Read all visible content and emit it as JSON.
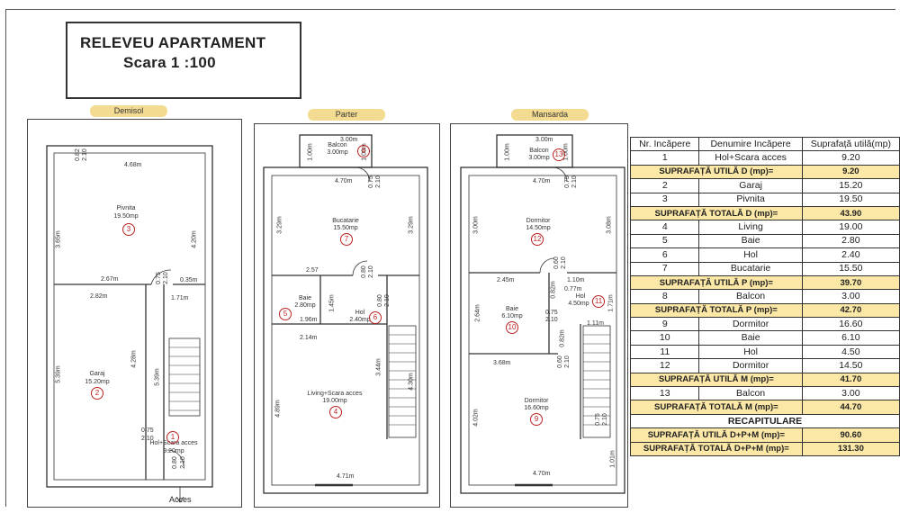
{
  "title": {
    "line1": "RELEVEU APARTAMENT",
    "line2": "Scara   1 :100"
  },
  "floors": {
    "demisol": "Demisol",
    "parter": "Parter",
    "mansarda": "Mansarda"
  },
  "demisol": {
    "dims": {
      "d1": "0.82",
      "d2": "2.10",
      "d3": "4.68m",
      "d4": "3.65m",
      "d5": "4.20m",
      "d6": "2.67m",
      "d7": "0.75",
      "d8": "2.10",
      "d9": "0.35m",
      "d10": "2.82m",
      "d11": "1.71m",
      "d12": "5.39m",
      "d13": "4.28m",
      "d14": "5.39m",
      "d15": "0.75",
      "d16": "2.10",
      "d17": "0.80",
      "d18": "2.10"
    },
    "rooms": [
      {
        "name": "Pivnita",
        "area": "19.50mp",
        "num": "3"
      },
      {
        "name": "Garaj",
        "area": "15.20mp",
        "num": "2"
      },
      {
        "name": "Hol+Scara acces",
        "area": "9.20mp",
        "num": "1"
      }
    ],
    "access": "Acces"
  },
  "parter": {
    "dims": {
      "d1": "3.00m",
      "d2": "1.00m",
      "d3": "1.00m",
      "d4": "4.70m",
      "d5": "0.75",
      "d6": "2.10",
      "d7": "3.29m",
      "d8": "3.29m",
      "d9": "2.57",
      "d10": "0.80",
      "d11": "2.10",
      "d12": "1.45m",
      "d13": "1.96m",
      "d14": "0.80",
      "d15": "2.10",
      "d16": "2.14m",
      "d17": "3.44m",
      "d18": "4.89m",
      "d19": "4.30m",
      "d20": "4.71m"
    },
    "rooms": [
      {
        "name": "Balcon",
        "area": "3.00mp",
        "num": "8"
      },
      {
        "name": "Bucatarie",
        "area": "15.50mp",
        "num": "7"
      },
      {
        "name": "Baie",
        "area": "2.80mp",
        "num": "5"
      },
      {
        "name": "Hol",
        "area": "2.40mp",
        "num": "6"
      },
      {
        "name": "Living+Scara acces",
        "area": "19.00mp",
        "num": "4"
      }
    ]
  },
  "mansarda": {
    "dims": {
      "d1": "3.00m",
      "d2": "1.00m",
      "d3": "1.00m",
      "d4": "4.70m",
      "d5": "0.75",
      "d6": "2.10",
      "d7": "3.00m",
      "d8": "3.08m",
      "d9": "0.60",
      "d10": "2.10",
      "d11": "2.45m",
      "d12": "1.10m",
      "d13": "0.82m",
      "d14": "0.77m",
      "d15": "1.71m",
      "d16": "2.64m",
      "d17": "0.75",
      "d18": "2.10",
      "d19": "1.11m",
      "d20": "0.82m",
      "d21": "3.68m",
      "d22": "0.60",
      "d23": "2.10",
      "d24": "4.02m",
      "d25": "0.75",
      "d26": "2.10",
      "d27": "1.01m",
      "d28": "4.70m"
    },
    "rooms": [
      {
        "name": "Balcon",
        "area": "3.00mp",
        "num": "13"
      },
      {
        "name": "Dormitor",
        "area": "14.50mp",
        "num": "12"
      },
      {
        "name": "Hol",
        "area": "4.50mp",
        "num": "11"
      },
      {
        "name": "Baie",
        "area": "6.10mp",
        "num": "10"
      },
      {
        "name": "Dormitor",
        "area": "16.60mp",
        "num": "9"
      }
    ]
  },
  "table": {
    "headers": [
      "Nr. Incăpere",
      "Denumire Incăpere",
      "Suprafață utilă(mp)"
    ],
    "rows": [
      {
        "type": "row",
        "nr": "1",
        "name": "Hol+Scara acces",
        "area": "9.20"
      },
      {
        "type": "sum",
        "label": "SUPRAFAȚĂ UTILĂ D (mp)=",
        "area": "9.20"
      },
      {
        "type": "row",
        "nr": "2",
        "name": "Garaj",
        "area": "15.20"
      },
      {
        "type": "row",
        "nr": "3",
        "name": "Pivnita",
        "area": "19.50"
      },
      {
        "type": "sum",
        "label": "SUPRAFAȚĂ TOTALĂ D (mp)=",
        "area": "43.90"
      },
      {
        "type": "row",
        "nr": "4",
        "name": "Living",
        "area": "19.00"
      },
      {
        "type": "row",
        "nr": "5",
        "name": "Baie",
        "area": "2.80"
      },
      {
        "type": "row",
        "nr": "6",
        "name": "Hol",
        "area": "2.40"
      },
      {
        "type": "row",
        "nr": "7",
        "name": "Bucatarie",
        "area": "15.50"
      },
      {
        "type": "sum",
        "label": "SUPRAFAȚĂ UTILĂ P (mp)=",
        "area": "39.70"
      },
      {
        "type": "row",
        "nr": "8",
        "name": "Balcon",
        "area": "3.00"
      },
      {
        "type": "sum",
        "label": "SUPRAFAȚĂ TOTALĂ P (mp)=",
        "area": "42.70"
      },
      {
        "type": "row",
        "nr": "9",
        "name": "Dormitor",
        "area": "16.60"
      },
      {
        "type": "row",
        "nr": "10",
        "name": "Baie",
        "area": "6.10"
      },
      {
        "type": "row",
        "nr": "11",
        "name": "Hol",
        "area": "4.50"
      },
      {
        "type": "row",
        "nr": "12",
        "name": "Dormitor",
        "area": "14.50"
      },
      {
        "type": "sum",
        "label": "SUPRAFAȚĂ UTILĂ M (mp)=",
        "area": "41.70"
      },
      {
        "type": "row",
        "nr": "13",
        "name": "Balcon",
        "area": "3.00"
      },
      {
        "type": "sum",
        "label": "SUPRAFAȚĂ TOTALĂ M (mp)=",
        "area": "44.70"
      },
      {
        "type": "recap",
        "label": "RECAPITULARE"
      },
      {
        "type": "sum",
        "label": "SUPRAFAȚĂ UTILĂ D+P+M (mp)=",
        "area": "90.60"
      },
      {
        "type": "sum",
        "label": "SUPRAFAȚĂ TOTALĂ D+P+M (mp)=",
        "area": "131.30"
      }
    ]
  },
  "colors": {
    "highlight": "#fbe7a6",
    "room_marker": "#b22222",
    "label_tag": "#f3dc92"
  }
}
